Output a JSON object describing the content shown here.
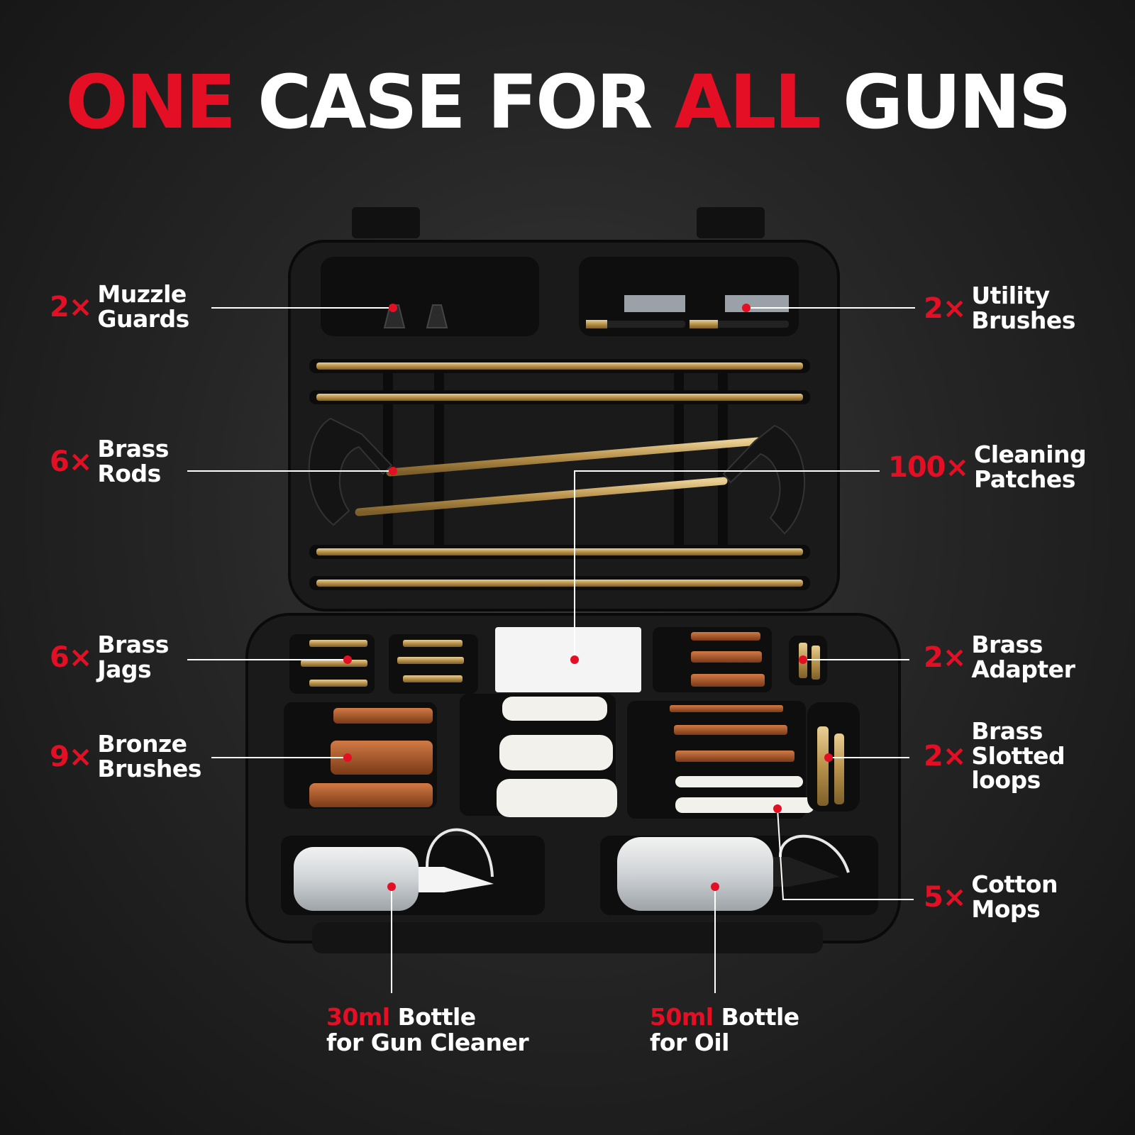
{
  "title": {
    "part1": "ONE",
    "part2": "CASE FOR",
    "part3": "ALL",
    "part4": "GUNS"
  },
  "colors": {
    "accent": "#e50f25",
    "text": "#ffffff",
    "brass": "#c9a05a"
  },
  "callouts": {
    "muzzle_guards": {
      "qty": "2×",
      "line1": "Muzzle",
      "line2": "Guards"
    },
    "brass_rods": {
      "qty": "6×",
      "line1": "Brass",
      "line2": "Rods"
    },
    "brass_jags": {
      "qty": "6×",
      "line1": "Brass",
      "line2": "Jags"
    },
    "bronze_brushes": {
      "qty": "9×",
      "line1": "Bronze",
      "line2": "Brushes"
    },
    "utility_brushes": {
      "qty": "2×",
      "line1": "Utility",
      "line2": "Brushes"
    },
    "cleaning_patches": {
      "qty": "100×",
      "line1": "Cleaning",
      "line2": "Patches"
    },
    "brass_adapter": {
      "qty": "2×",
      "line1": "Brass",
      "line2": "Adapter"
    },
    "slotted_loops": {
      "qty": "2×",
      "line1": "Brass",
      "line2": "Slotted",
      "line3": "loops"
    },
    "cotton_mops": {
      "qty": "5×",
      "line1": "Cotton",
      "line2": "Mops"
    }
  },
  "bottles": {
    "cleaner": {
      "size": "30ml",
      "word": "Bottle",
      "line2": "for Gun Cleaner"
    },
    "oil": {
      "size": "50ml",
      "word": "Bottle",
      "line2": "for Oil"
    }
  }
}
